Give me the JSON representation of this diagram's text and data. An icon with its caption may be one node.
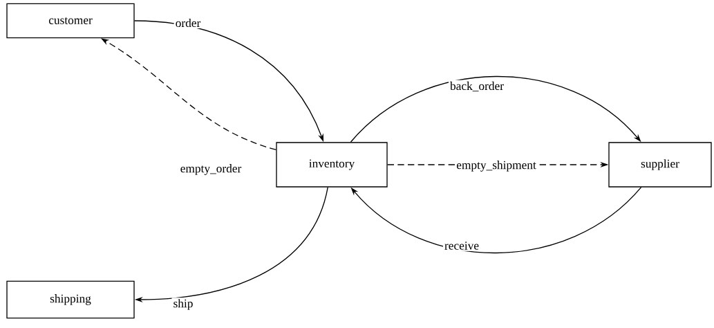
{
  "diagram": {
    "nodes": [
      {
        "text": [
          "customer"
        ]
      },
      {
        "text": [
          "inventory"
        ]
      },
      {
        "text": [
          "supplier"
        ]
      },
      {
        "text": [
          "shipping"
        ]
      }
    ],
    "edges": [
      {
        "from": 0,
        "to": 1,
        "arrow": "to",
        "label": "order"
      },
      {
        "from": 1,
        "to": 0,
        "arrow": "to",
        "label": "empty_order",
        "style": "dashed"
      },
      {
        "from": 1,
        "to": 3,
        "arrow": "to",
        "label": "ship"
      },
      {
        "from": 1,
        "to": 2,
        "arrow": "to",
        "label": "back_order"
      },
      {
        "from": 1,
        "to": 2,
        "arrow": "to",
        "label": "empty_shipment",
        "style": "dashed"
      },
      {
        "from": 2,
        "to": 1,
        "arrow": "to",
        "label": "receive"
      }
    ]
  }
}
